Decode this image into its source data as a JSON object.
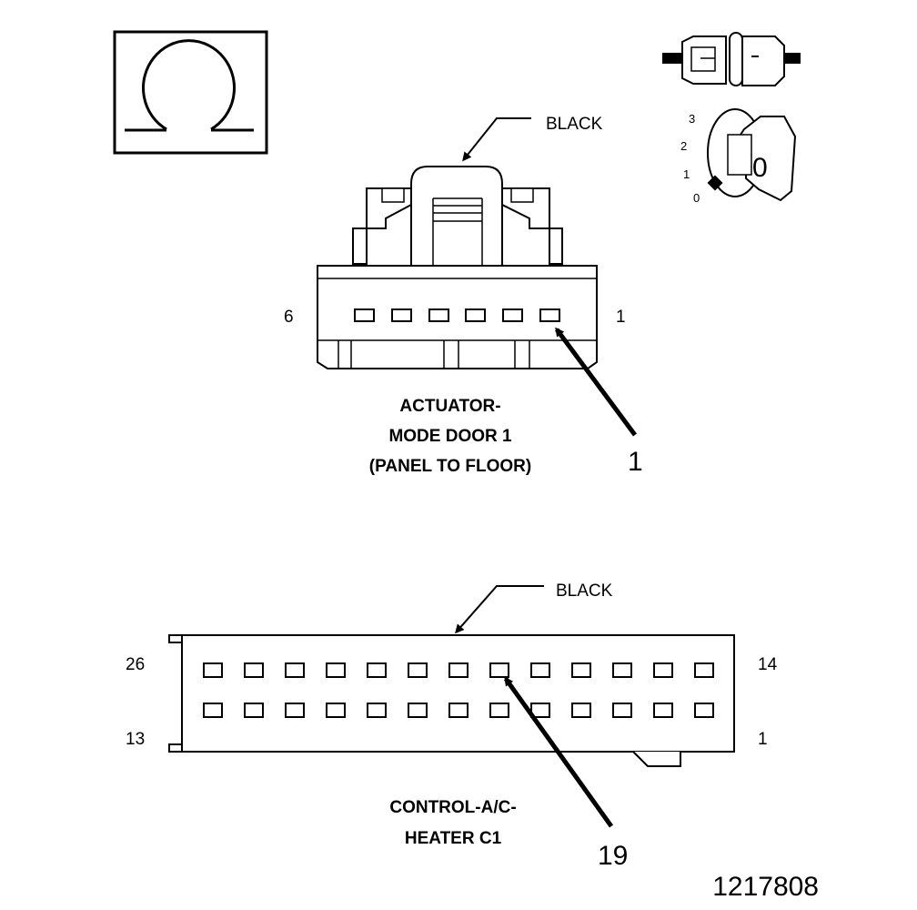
{
  "figure_id": "1217808",
  "symbols": {
    "ohmmeter": "omega-icon",
    "connector": "connector-icon",
    "ignition": {
      "icon": "ignition-key-icon",
      "positions": [
        "3",
        "2",
        "1",
        "0"
      ],
      "key_label": "0"
    }
  },
  "connector1": {
    "color_label": "BLACK",
    "pin_left": "6",
    "pin_right": "1",
    "callout": "1",
    "name_lines": [
      "ACTUATOR-",
      "MODE DOOR 1",
      "(PANEL TO FLOOR)"
    ]
  },
  "connector2": {
    "color_label": "BLACK",
    "pin_top_left": "26",
    "pin_top_right": "14",
    "pin_bottom_left": "13",
    "pin_bottom_right": "1",
    "callout": "19",
    "name_lines": [
      "CONTROL-A/C-",
      "HEATER C1"
    ]
  }
}
